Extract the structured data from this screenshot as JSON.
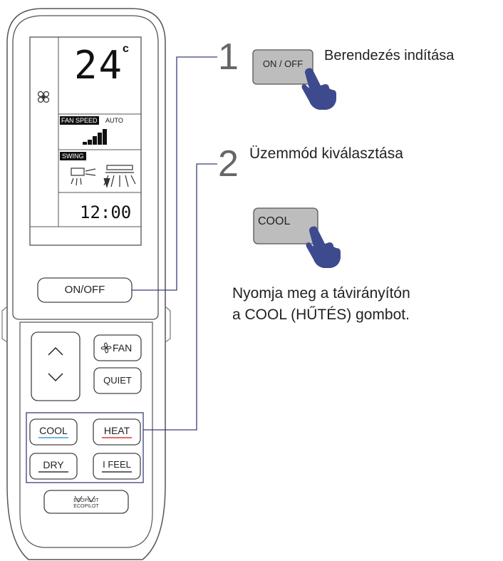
{
  "display": {
    "temperature": "24",
    "temp_unit": "c",
    "fan_speed_label": "FAN SPEED",
    "fan_auto_label": "AUTO",
    "swing_label": "SWING",
    "clock": "12:00"
  },
  "remote_buttons": {
    "on_off": "ON/OFF",
    "fan": "FAN",
    "quiet": "QUIET",
    "cool": "COOL",
    "heat": "HEAT",
    "dry": "DRY",
    "i_feel": "I FEEL",
    "ecopilot_top": "ECOPILOT",
    "ecopilot_bottom": "ECOPILOT"
  },
  "steps": [
    {
      "number": "1",
      "button_label": "ON / OFF",
      "caption": "Berendezés indítása"
    },
    {
      "number": "2",
      "button_label": "COOL",
      "caption": "Üzemmód kiválasztása"
    }
  ],
  "instruction": {
    "line1": "Nyomja meg a távirányítón",
    "line2": "a COOL (HŰTÉS) gombot."
  },
  "colors": {
    "outline": "#555555",
    "frame_blue": "#3a3f7a",
    "cool_underline": "#3aa0d8",
    "heat_underline": "#d23b3b",
    "dry_underline": "#333333",
    "hand_fill": "#3e4a8e",
    "step_button_fill": "#bdbdbd"
  }
}
